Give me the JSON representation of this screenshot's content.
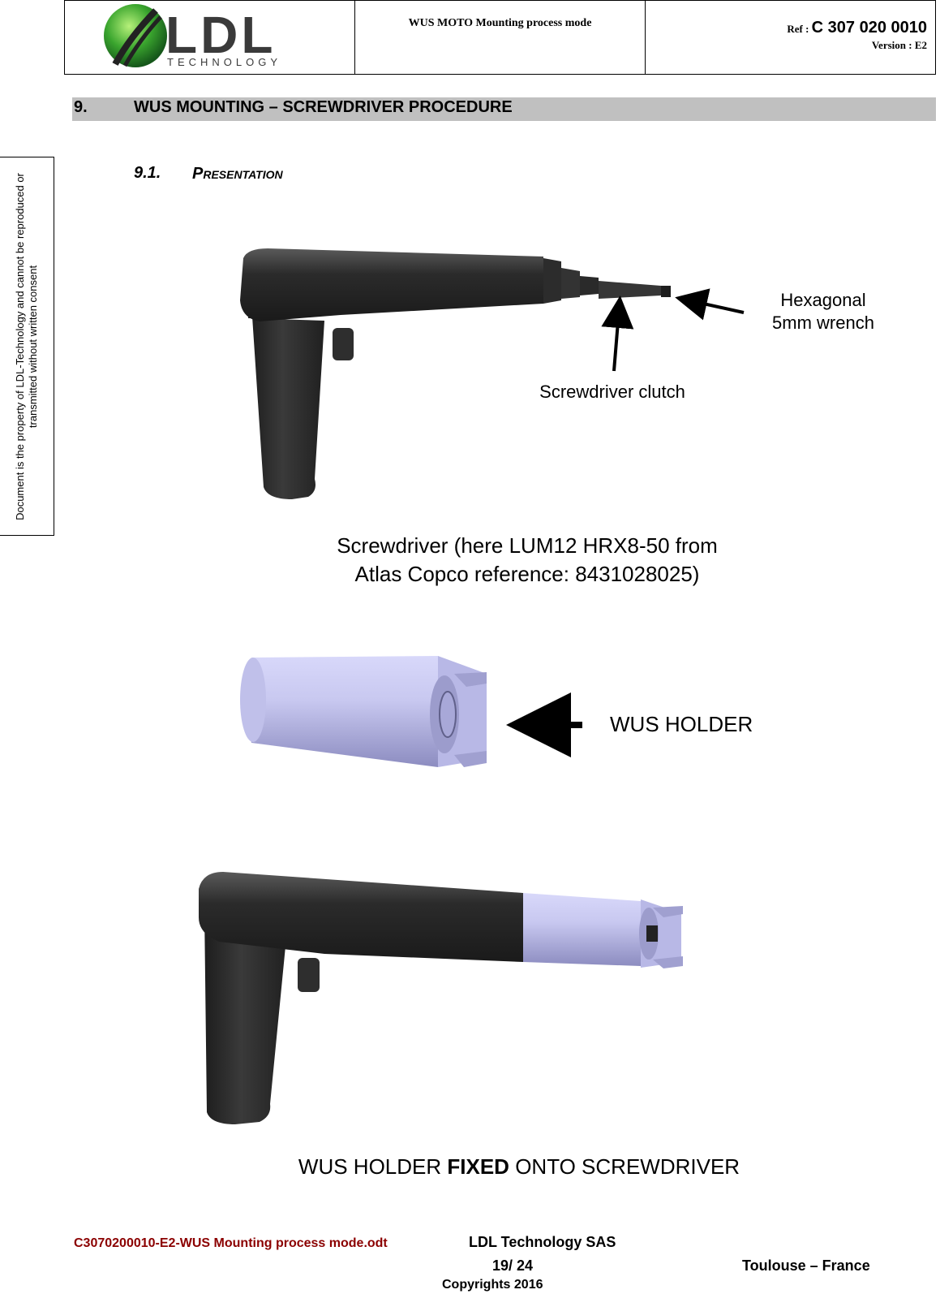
{
  "header": {
    "logo_text": "LDL",
    "logo_subtext": "TECHNOLOGY",
    "doc_title": "WUS MOTO Mounting process mode",
    "ref_label": "Ref :",
    "ref_value": "C 307 020 0010",
    "version": "Version : E2"
  },
  "side_notice": "Document is the property of LDL-Technology and cannot be reproduced or transmitted without written consent",
  "section": {
    "number": "9.",
    "title": "WUS MOUNTING – SCREWDRIVER PROCEDURE"
  },
  "subsection": {
    "number": "9.1.",
    "title_initial": "P",
    "title_rest": "RESENTATION"
  },
  "figure1": {
    "label_hex_line1": "Hexagonal",
    "label_hex_line2": "5mm wrench",
    "label_clutch": "Screwdriver clutch",
    "caption_line1": "Screwdriver (here LUM12 HRX8-50 from",
    "caption_line2": "Atlas Copco reference: 8431028025)"
  },
  "figure2": {
    "label": "WUS HOLDER"
  },
  "figure3": {
    "caption_pre": "WUS HOLDER ",
    "caption_bold": "FIXED",
    "caption_post": " ONTO SCREWDRIVER"
  },
  "footer": {
    "filename": "C3070200010-E2-WUS Mounting process mode.odt",
    "company": "LDL Technology SAS",
    "page": "19/ 24",
    "city": "Toulouse – France",
    "copyright": "Copyrights 2016"
  },
  "colors": {
    "tool_body": "#2b2b2b",
    "holder": "#c8c8f0",
    "section_bar": "#c0c0c0",
    "footer_file": "#8b0000",
    "logo_green": "#3aa52e",
    "logo_gray": "#3a3a3a"
  }
}
